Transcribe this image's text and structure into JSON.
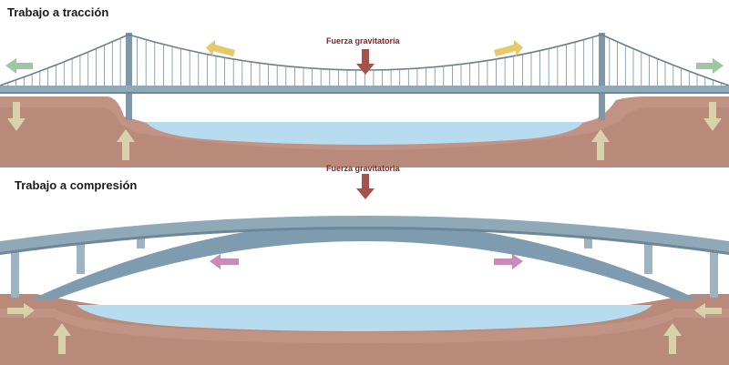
{
  "tension_panel": {
    "title": "Trabajo a tracción",
    "force_label": "Fuerza gravitatoria"
  },
  "compression_panel": {
    "title": "Trabajo a compresión",
    "force_label": "Fuerza gravitatoria"
  },
  "colors": {
    "ground": "#b9897a",
    "ground_dark": "#8e5a4c",
    "water": "#b7dcef",
    "deck": "#8fa9b8",
    "arch": "#7f9bb0",
    "cable": "#6a7f8c",
    "gravity_arrow": "#a5524a",
    "tension_arrow": "#e8c86a",
    "compression_arrow": "#c98bb8",
    "reaction_arrow": "#d8d2ab",
    "horizontal_arrow": "#9fc7a4"
  }
}
